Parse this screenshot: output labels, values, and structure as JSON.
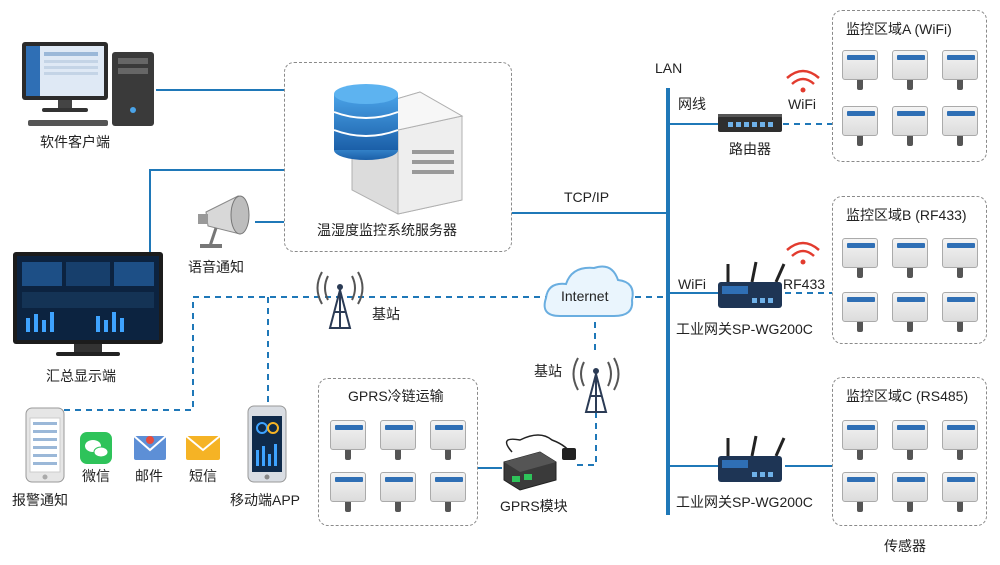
{
  "nodes": {
    "software_client": "软件客户端",
    "server": "温湿度监控系统服务器",
    "voice_notice": "语音通知",
    "summary_display": "汇总显示端",
    "base_station_left": "基站",
    "internet": "Internet",
    "base_station_mid": "基站",
    "alarm_notice": "报警通知",
    "wechat": "微信",
    "email": "邮件",
    "sms": "短信",
    "mobile_app": "移动端APP",
    "gprs_transport": "GPRS冷链运输",
    "gprs_module": "GPRS模块",
    "lan": "LAN",
    "network_cable": "网线",
    "router": "路由器",
    "tcpip": "TCP/IP",
    "wifi_left": "WiFi",
    "wifi_router": "WiFi",
    "rf433": "RF433",
    "gateway_1": "工业网关SP-WG200C",
    "gateway_2": "工业网关SP-WG200C",
    "zone_a": "监控区域A (WiFi)",
    "zone_b": "监控区域B (RF433)",
    "zone_c": "监控区域C (RS485)",
    "sensors": "传感器"
  },
  "colors": {
    "link": "#1f78b8",
    "lan_bus": "#1f78b8",
    "signal_red": "#e23b2e",
    "box_border": "#8a8a8a"
  }
}
